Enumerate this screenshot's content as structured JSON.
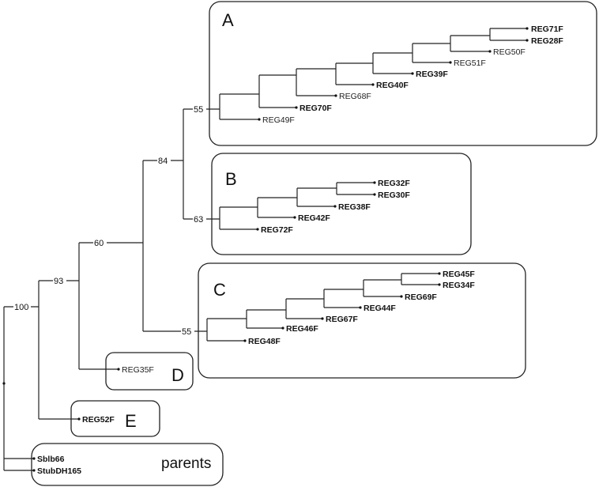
{
  "clades": {
    "A": "A",
    "B": "B",
    "C": "C",
    "D": "D",
    "E": "E",
    "parents": "parents"
  },
  "bootstrap": {
    "root": "100",
    "n93": "93",
    "n60": "60",
    "n84": "84",
    "A55": "55",
    "B63": "63",
    "C55": "55"
  },
  "leaves": {
    "REG71F": "REG71F",
    "REG28F": "REG28F",
    "REG50F": "REG50F",
    "REG51F": "REG51F",
    "REG39F": "REG39F",
    "REG40F": "REG40F",
    "REG68F": "REG68F",
    "REG70F": "REG70F",
    "REG49F": "REG49F",
    "REG32F": "REG32F",
    "REG30F": "REG30F",
    "REG38F": "REG38F",
    "REG42F": "REG42F",
    "REG72F": "REG72F",
    "REG45F": "REG45F",
    "REG34F": "REG34F",
    "REG69F": "REG69F",
    "REG44F": "REG44F",
    "REG67F": "REG67F",
    "REG46F": "REG46F",
    "REG48F": "REG48F",
    "REG35F": "REG35F",
    "REG52F": "REG52F",
    "Sblb66": "Sblb66",
    "StubDH165": "StubDH165"
  }
}
